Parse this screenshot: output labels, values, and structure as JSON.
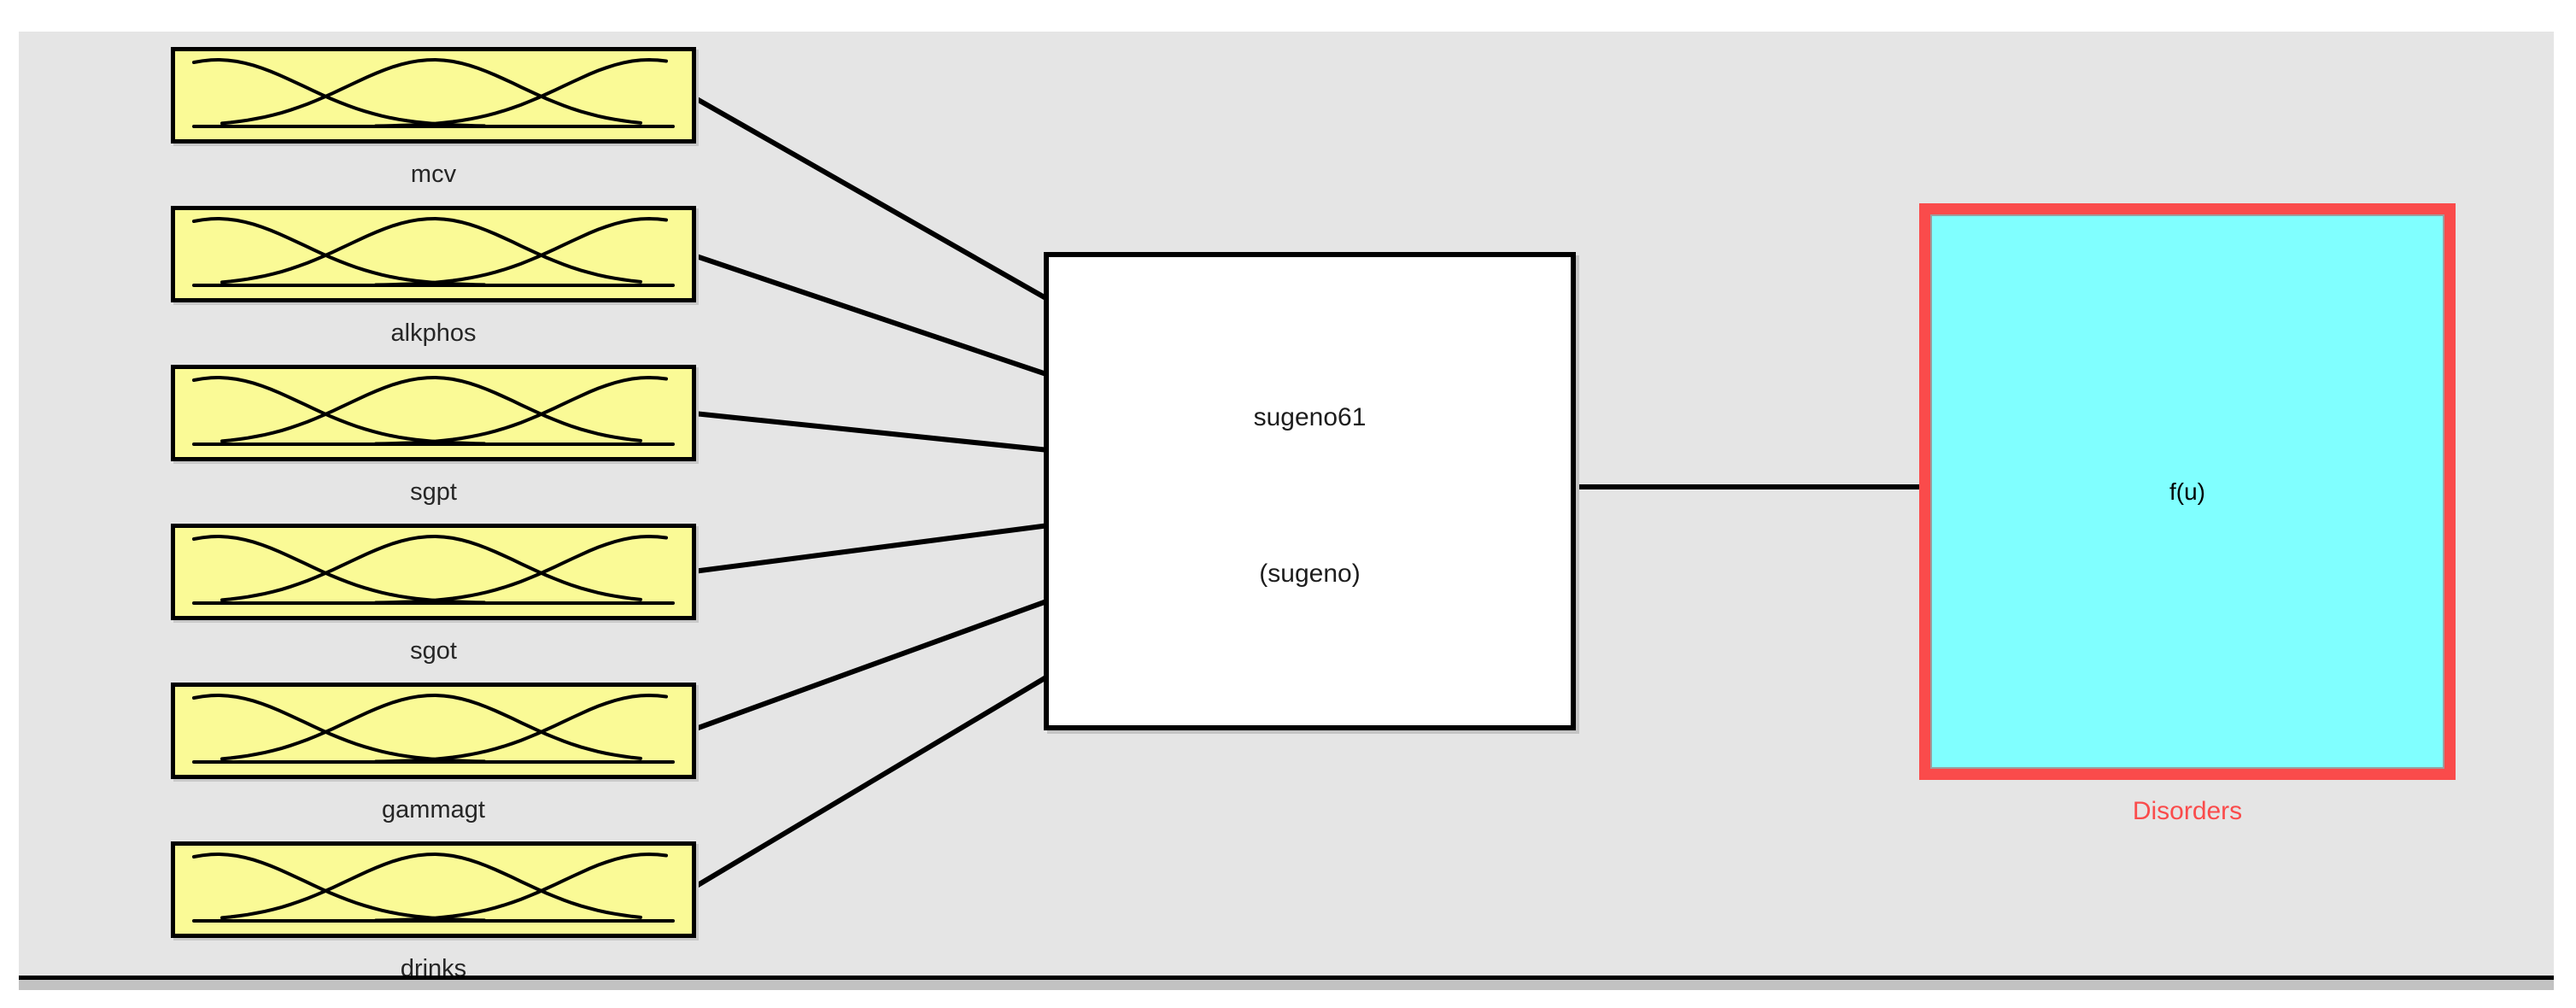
{
  "system_block": {
    "name": "sugeno61",
    "type": "(sugeno)"
  },
  "inputs": [
    {
      "label": "mcv"
    },
    {
      "label": "alkphos"
    },
    {
      "label": "sgpt"
    },
    {
      "label": "sgot"
    },
    {
      "label": "gammagt"
    },
    {
      "label": "drinks"
    }
  ],
  "output_block": {
    "text": "f(u)",
    "label": "Disorders"
  },
  "colors": {
    "panel_bg": "#e5e5e5",
    "input_fill": "#fafa96",
    "output_fill": "#80ffff",
    "output_border": "#fa4b4b",
    "connector": "#000000"
  }
}
